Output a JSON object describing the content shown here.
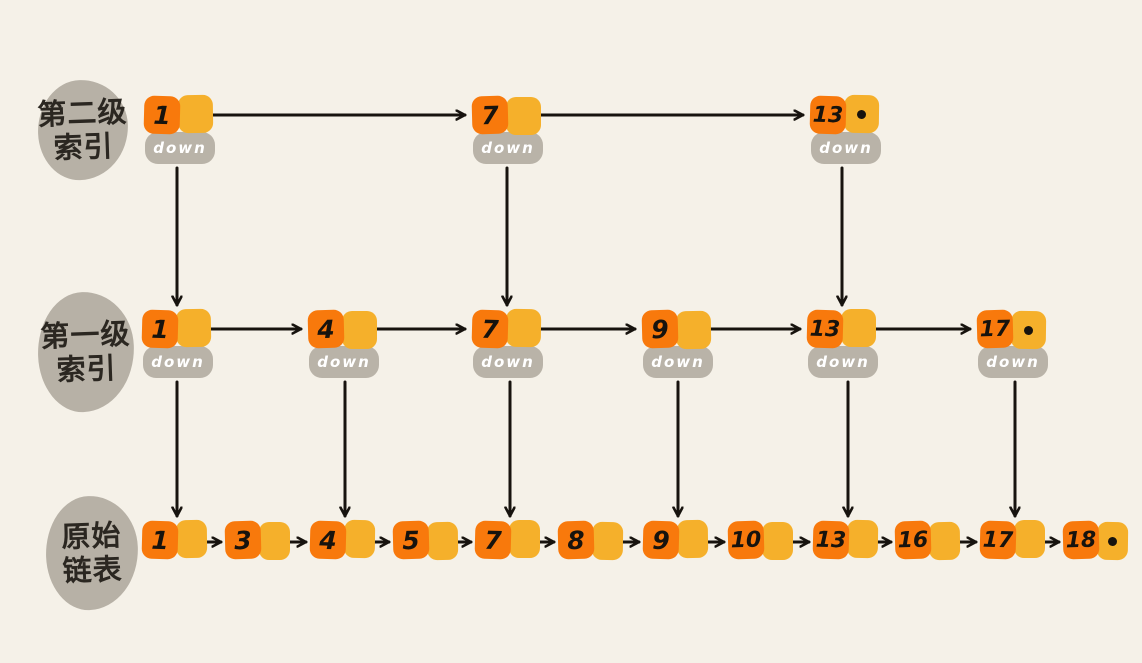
{
  "diagram": "skip-list",
  "down_label": "down",
  "colors": {
    "background": "#f5f1e8",
    "value_cell_orange": "#f8790c",
    "pointer_cell_yellow": "#f5b02b",
    "down_pill_gray": "#b9b3a8",
    "label_blob_gray": "#b7b1a6",
    "ink_black": "#17130e",
    "down_text_white": "#ffffff"
  },
  "levels": [
    {
      "name": "second-level-index",
      "label_lines": [
        "第二级",
        "索引"
      ],
      "has_down_pills": true,
      "nodes": [
        {
          "value": "1"
        },
        {
          "value": "7"
        },
        {
          "value": "13",
          "null_pointer": true
        }
      ]
    },
    {
      "name": "first-level-index",
      "label_lines": [
        "第一级",
        "索引"
      ],
      "has_down_pills": true,
      "nodes": [
        {
          "value": "1"
        },
        {
          "value": "4"
        },
        {
          "value": "7"
        },
        {
          "value": "9"
        },
        {
          "value": "13"
        },
        {
          "value": "17",
          "null_pointer": true
        }
      ]
    },
    {
      "name": "original-linked-list",
      "label_lines": [
        "原始",
        "链表"
      ],
      "has_down_pills": false,
      "nodes": [
        {
          "value": "1"
        },
        {
          "value": "3"
        },
        {
          "value": "4"
        },
        {
          "value": "5"
        },
        {
          "value": "7"
        },
        {
          "value": "8"
        },
        {
          "value": "9"
        },
        {
          "value": "10"
        },
        {
          "value": "13"
        },
        {
          "value": "16"
        },
        {
          "value": "17"
        },
        {
          "value": "18",
          "null_pointer": true
        }
      ]
    }
  ]
}
